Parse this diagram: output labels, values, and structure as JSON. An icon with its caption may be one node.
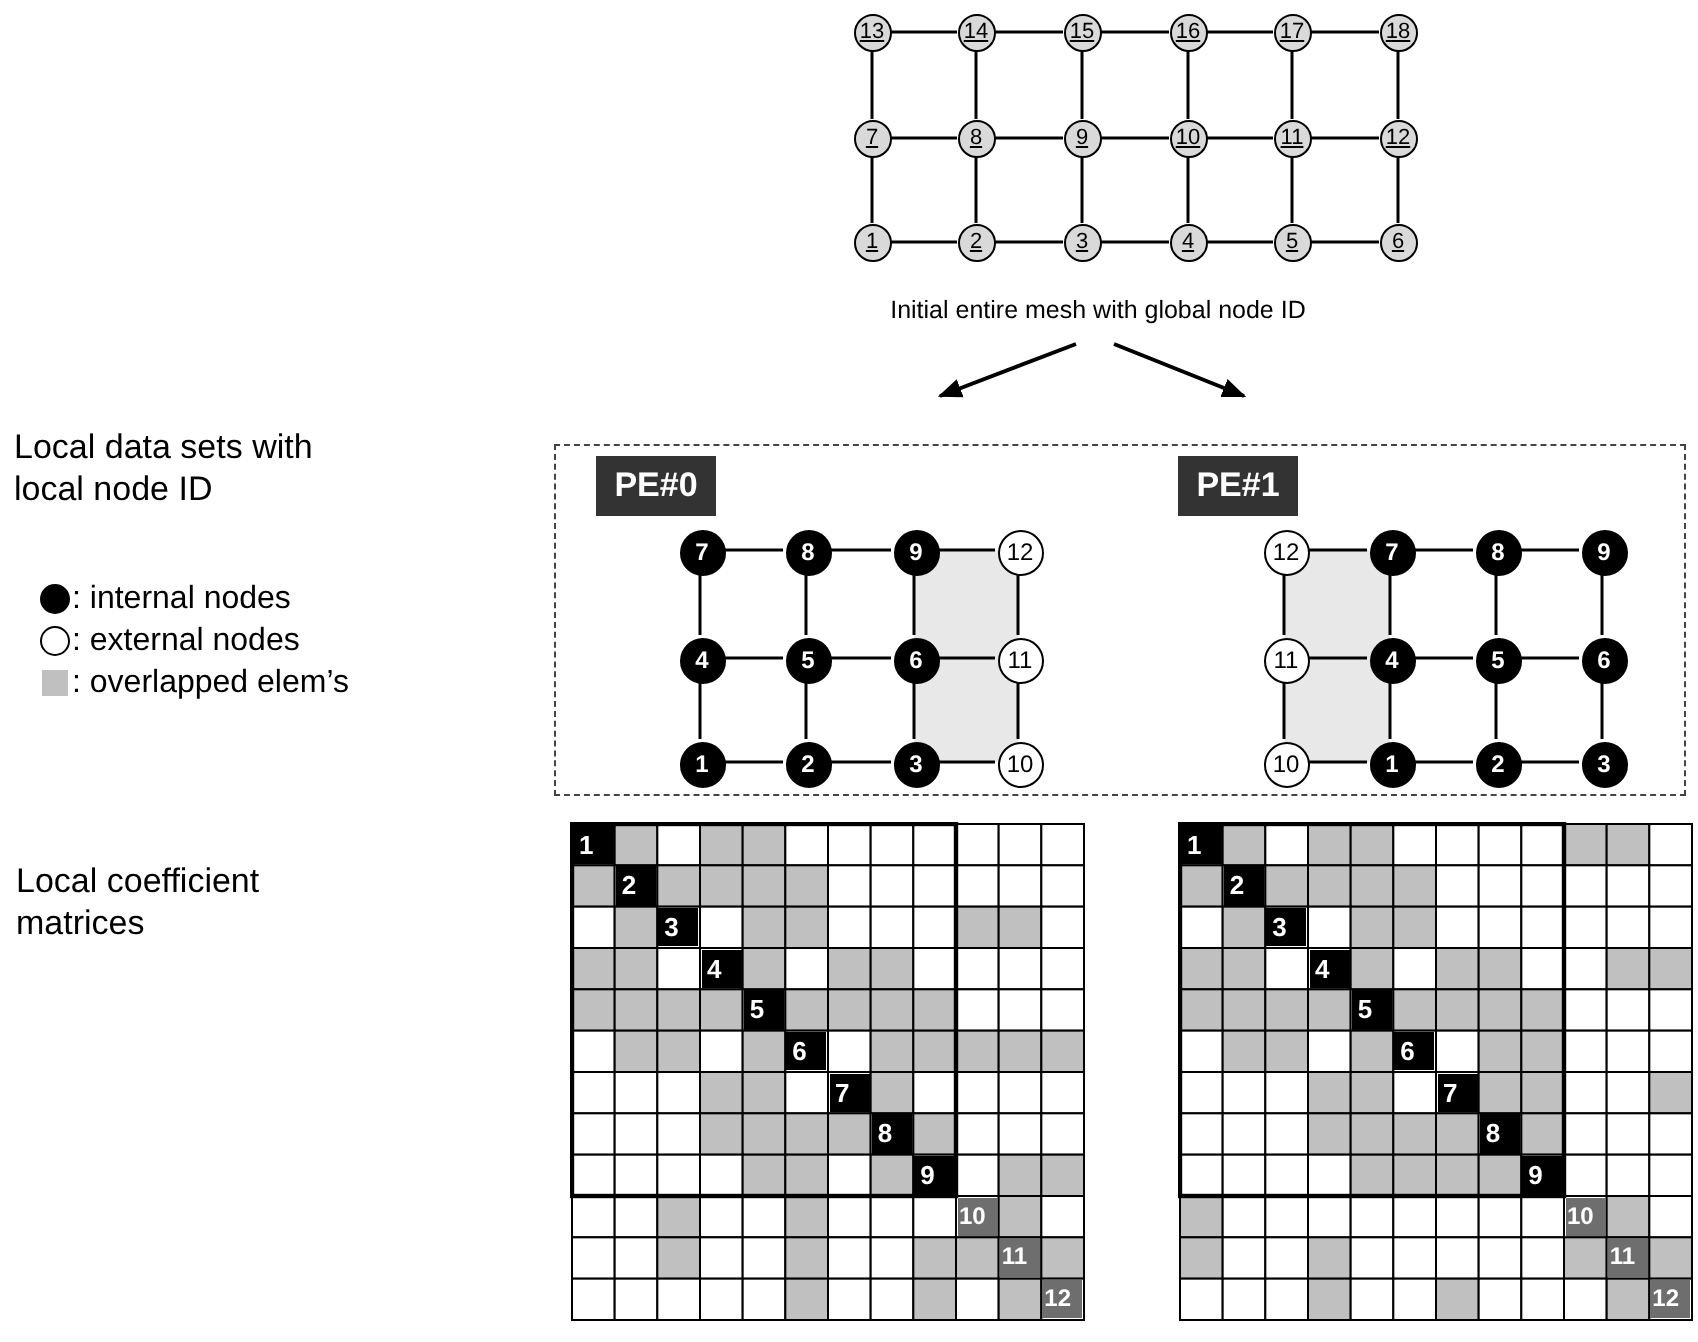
{
  "diagram": {
    "nodes": [
      {
        "text": [
          "13"
        ]
      },
      {
        "text": [
          "14"
        ]
      },
      {
        "text": [
          "15"
        ]
      },
      {
        "text": [
          "16"
        ]
      },
      {
        "text": [
          "17"
        ]
      },
      {
        "text": [
          "18"
        ]
      },
      {
        "text": [
          "7"
        ]
      },
      {
        "text": [
          "8"
        ]
      },
      {
        "text": [
          "9"
        ]
      },
      {
        "text": [
          "10"
        ]
      },
      {
        "text": [
          "11"
        ]
      },
      {
        "text": [
          "12"
        ]
      },
      {
        "text": [
          "1"
        ]
      },
      {
        "text": [
          "2"
        ]
      },
      {
        "text": [
          "3"
        ]
      },
      {
        "text": [
          "4"
        ]
      },
      {
        "text": [
          "5"
        ]
      },
      {
        "text": [
          "6"
        ]
      },
      {
        "text": [
          "Initial entire mesh with global node ID"
        ]
      },
      {
        "text": [],
        "shape": "box"
      },
      {
        "text": [
          "PE#0"
        ],
        "in": 19
      },
      {
        "text": [
          "7"
        ],
        "in": 19
      },
      {
        "text": [
          "8"
        ],
        "in": 19
      },
      {
        "text": [
          "9"
        ],
        "in": 19
      },
      {
        "text": [
          "12"
        ],
        "in": 19
      },
      {
        "text": [
          "4"
        ],
        "in": 19
      },
      {
        "text": [
          "5"
        ],
        "in": 19
      },
      {
        "text": [
          "6"
        ],
        "in": 19
      },
      {
        "text": [
          "11"
        ],
        "in": 19
      },
      {
        "text": [
          "1"
        ],
        "in": 19
      },
      {
        "text": [
          "2"
        ],
        "in": 19
      },
      {
        "text": [
          "3"
        ],
        "in": 19
      },
      {
        "text": [
          "10"
        ],
        "in": 19
      },
      {
        "text": [
          "PE#1"
        ],
        "in": 19
      },
      {
        "text": [
          "12"
        ],
        "in": 19
      },
      {
        "text": [
          "7"
        ],
        "in": 19
      },
      {
        "text": [
          "8"
        ],
        "in": 19
      },
      {
        "text": [
          "9"
        ],
        "in": 19
      },
      {
        "text": [
          "11"
        ],
        "in": 19
      },
      {
        "text": [
          "4"
        ],
        "in": 19
      },
      {
        "text": [
          "5"
        ],
        "in": 19
      },
      {
        "text": [
          "6"
        ],
        "in": 19
      },
      {
        "text": [
          "10"
        ],
        "in": 19
      },
      {
        "text": [
          "1"
        ],
        "in": 19
      },
      {
        "text": [
          "2"
        ],
        "in": 19
      },
      {
        "text": [
          "3"
        ],
        "in": 19
      }
    ],
    "edges": [
      {
        "from": 0,
        "to": 1,
        "arrow": "none"
      },
      {
        "from": 1,
        "to": 2,
        "arrow": "none"
      },
      {
        "from": 2,
        "to": 3,
        "arrow": "none"
      },
      {
        "from": 3,
        "to": 4,
        "arrow": "none"
      },
      {
        "from": 4,
        "to": 5,
        "arrow": "none"
      },
      {
        "from": 6,
        "to": 7,
        "arrow": "none"
      },
      {
        "from": 7,
        "to": 8,
        "arrow": "none"
      },
      {
        "from": 8,
        "to": 9,
        "arrow": "none"
      },
      {
        "from": 9,
        "to": 10,
        "arrow": "none"
      },
      {
        "from": 10,
        "to": 11,
        "arrow": "none"
      },
      {
        "from": 12,
        "to": 13,
        "arrow": "none"
      },
      {
        "from": 13,
        "to": 14,
        "arrow": "none"
      },
      {
        "from": 14,
        "to": 15,
        "arrow": "none"
      },
      {
        "from": 15,
        "to": 16,
        "arrow": "none"
      },
      {
        "from": 16,
        "to": 17,
        "arrow": "none"
      },
      {
        "from": 0,
        "to": 6,
        "arrow": "none"
      },
      {
        "from": 1,
        "to": 7,
        "arrow": "none"
      },
      {
        "from": 2,
        "to": 8,
        "arrow": "none"
      },
      {
        "from": 3,
        "to": 9,
        "arrow": "none"
      },
      {
        "from": 4,
        "to": 10,
        "arrow": "none"
      },
      {
        "from": 5,
        "to": 11,
        "arrow": "none"
      },
      {
        "from": 6,
        "to": 12,
        "arrow": "none"
      },
      {
        "from": 7,
        "to": 13,
        "arrow": "none"
      },
      {
        "from": 8,
        "to": 14,
        "arrow": "none"
      },
      {
        "from": 9,
        "to": 15,
        "arrow": "none"
      },
      {
        "from": 10,
        "to": 16,
        "arrow": "none"
      },
      {
        "from": 11,
        "to": 17,
        "arrow": "none"
      },
      {
        "from": 18,
        "to": 19,
        "arrow": "to"
      },
      {
        "from": 18,
        "to": 19,
        "arrow": "to"
      },
      {
        "from": 21,
        "to": 22,
        "arrow": "none"
      },
      {
        "from": 22,
        "to": 23,
        "arrow": "none"
      },
      {
        "from": 23,
        "to": 24,
        "arrow": "none"
      },
      {
        "from": 25,
        "to": 26,
        "arrow": "none"
      },
      {
        "from": 26,
        "to": 27,
        "arrow": "none"
      },
      {
        "from": 27,
        "to": 28,
        "arrow": "none"
      },
      {
        "from": 29,
        "to": 30,
        "arrow": "none"
      },
      {
        "from": 30,
        "to": 31,
        "arrow": "none"
      },
      {
        "from": 31,
        "to": 32,
        "arrow": "none"
      },
      {
        "from": 21,
        "to": 25,
        "arrow": "none"
      },
      {
        "from": 22,
        "to": 26,
        "arrow": "none"
      },
      {
        "from": 23,
        "to": 27,
        "arrow": "none"
      },
      {
        "from": 24,
        "to": 28,
        "arrow": "none"
      },
      {
        "from": 25,
        "to": 29,
        "arrow": "none"
      },
      {
        "from": 26,
        "to": 30,
        "arrow": "none"
      },
      {
        "from": 27,
        "to": 31,
        "arrow": "none"
      },
      {
        "from": 28,
        "to": 32,
        "arrow": "none"
      },
      {
        "from": 34,
        "to": 35,
        "arrow": "none"
      },
      {
        "from": 35,
        "to": 36,
        "arrow": "none"
      },
      {
        "from": 36,
        "to": 37,
        "arrow": "none"
      },
      {
        "from": 38,
        "to": 39,
        "arrow": "none"
      },
      {
        "from": 39,
        "to": 40,
        "arrow": "none"
      },
      {
        "from": 40,
        "to": 41,
        "arrow": "none"
      },
      {
        "from": 42,
        "to": 43,
        "arrow": "none"
      },
      {
        "from": 43,
        "to": 44,
        "arrow": "none"
      },
      {
        "from": 44,
        "to": 45,
        "arrow": "none"
      },
      {
        "from": 34,
        "to": 38,
        "arrow": "none"
      },
      {
        "from": 35,
        "to": 39,
        "arrow": "none"
      },
      {
        "from": 36,
        "to": 40,
        "arrow": "none"
      },
      {
        "from": 37,
        "to": 41,
        "arrow": "none"
      },
      {
        "from": 38,
        "to": 42,
        "arrow": "none"
      },
      {
        "from": 39,
        "to": 43,
        "arrow": "none"
      },
      {
        "from": 40,
        "to": 44,
        "arrow": "none"
      },
      {
        "from": 41,
        "to": 45,
        "arrow": "none"
      }
    ],
    "labels": [
      "Local data sets with local node ID",
      "Local coefficient matrices",
      "1",
      "2",
      "3",
      "4",
      "5",
      "6",
      "7",
      "8",
      "9",
      "10",
      "11",
      "12",
      "1",
      "2",
      "3",
      "4",
      "5",
      "6",
      "7",
      "8",
      "9",
      "10",
      "11",
      "12"
    ],
    "legend": [
      {
        "text": ": internal nodes"
      },
      {
        "text": ": external nodes"
      },
      {
        "text": ": overlapped elem’s",
        "color": "#c0c0c0"
      }
    ]
  }
}
